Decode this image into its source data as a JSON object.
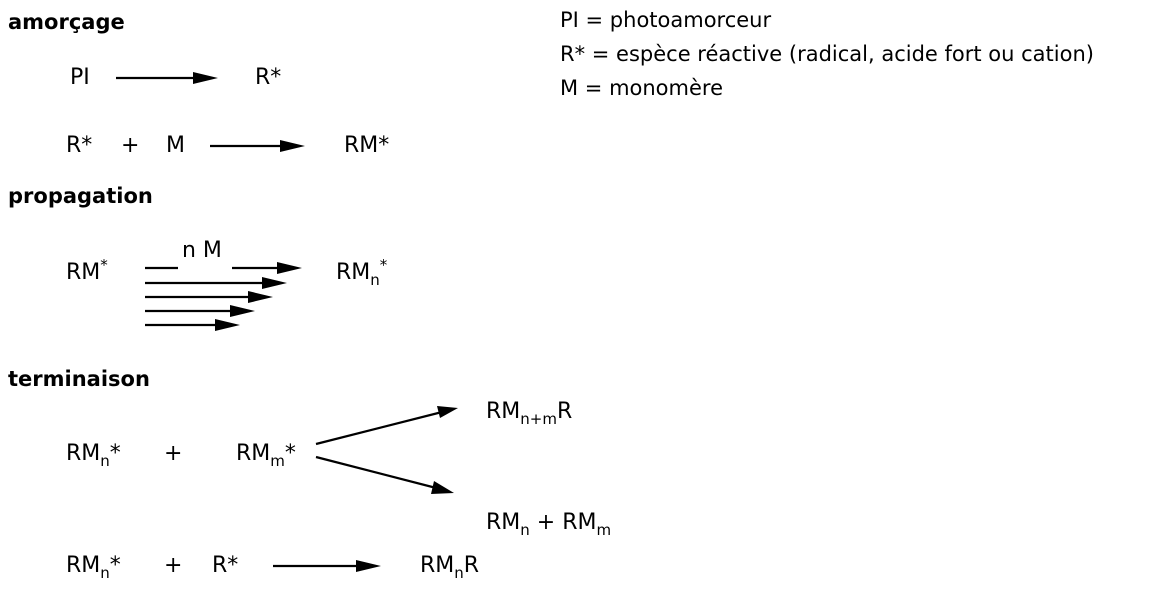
{
  "legend": {
    "pi": "PI = photoamorceur",
    "r": "R* = espèce réactive (radical, acide fort ou cation)",
    "m": "M = monomère"
  },
  "sections": {
    "initiation": "amorçage",
    "propagation": "propagation",
    "termination": "terminaison"
  },
  "reactions": {
    "r1": {
      "reactant": "PI",
      "product": "R*"
    },
    "r2": {
      "reactant1": "R*",
      "plus": "+",
      "reactant2": "M",
      "product": "RM*"
    },
    "p1": {
      "reactant": "RM",
      "reactant_sup": "*",
      "arrow_label": "n M",
      "product": "RM",
      "product_sub": "n",
      "product_sup": "*"
    },
    "t1": {
      "reactant1": "RM",
      "reactant1_sub": "n",
      "reactant1_star": "*",
      "plus": "+",
      "reactant2": "RM",
      "reactant2_sub": "m",
      "reactant2_star": "*",
      "product1": "RM",
      "product1_sub": "n+m",
      "product1_end": "R",
      "product2a": "RM",
      "product2a_sub": "n",
      "product2_plus": " + ",
      "product2b": "RM",
      "product2b_sub": "m"
    },
    "t2": {
      "reactant1": "RM",
      "reactant1_sub": "n",
      "reactant1_star": "*",
      "plus": "+",
      "reactant2": "R*",
      "product": "RM",
      "product_sub": "n",
      "product_end": "R"
    }
  }
}
